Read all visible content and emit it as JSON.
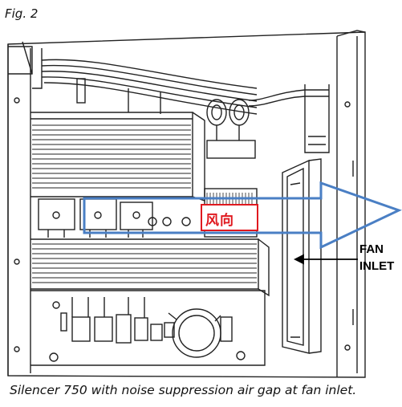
{
  "figure": {
    "label": "Fig. 2",
    "caption": "Silencer 750 with noise suppression air gap at fan inlet."
  },
  "annotations": {
    "airflow_label": "风向",
    "fan_inlet_line1": "FAN",
    "fan_inlet_line2": "INLET"
  },
  "colors": {
    "airflow_arrow": "#4a7fc4",
    "airflow_label_box": "#e0191f",
    "line_art": "#222222"
  }
}
